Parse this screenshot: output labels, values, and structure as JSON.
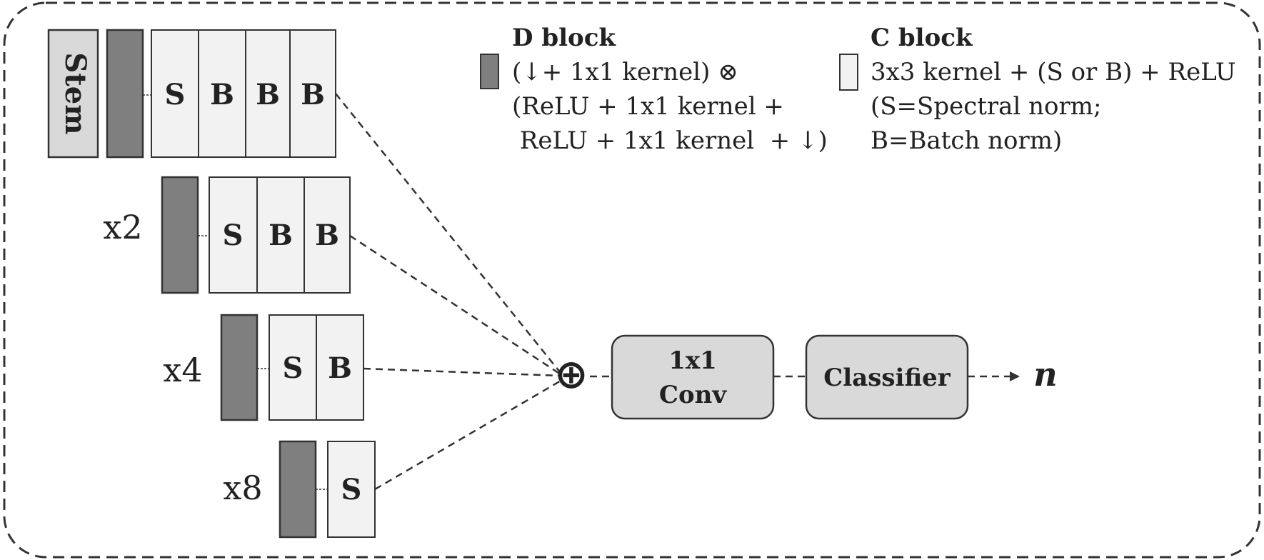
{
  "diagram": {
    "stem_label": "Stem",
    "stages": [
      {
        "multiplier": "",
        "blocks": [
          "S",
          "B",
          "B",
          "B"
        ]
      },
      {
        "multiplier": "x2",
        "blocks": [
          "S",
          "B",
          "B"
        ]
      },
      {
        "multiplier": "x4",
        "blocks": [
          "S",
          "B"
        ]
      },
      {
        "multiplier": "x8",
        "blocks": [
          "S"
        ]
      }
    ],
    "sum_symbol": "⊕",
    "conv_box": {
      "line1": "1x1",
      "line2": "Conv"
    },
    "classifier_label": "Classifier",
    "output_label": "n",
    "legend": {
      "d_block": {
        "title": "D block",
        "lines": [
          "(↓+ 1x1 kernel) ⊗",
          "(ReLU + 1x1 kernel +",
          " ReLU + 1x1 kernel  + ↓)"
        ]
      },
      "c_block": {
        "title": "C block",
        "lines": [
          "3x3 kernel + (S or B) + ReLU",
          "(S=Spectral norm;",
          "B=Batch norm)"
        ]
      }
    },
    "colors": {
      "d_block": "#7f7f7f",
      "c_block": "#f2f2f2",
      "stem": "#d9d9d9",
      "module_box": "#d9d9d9",
      "stroke": "#333333"
    }
  }
}
